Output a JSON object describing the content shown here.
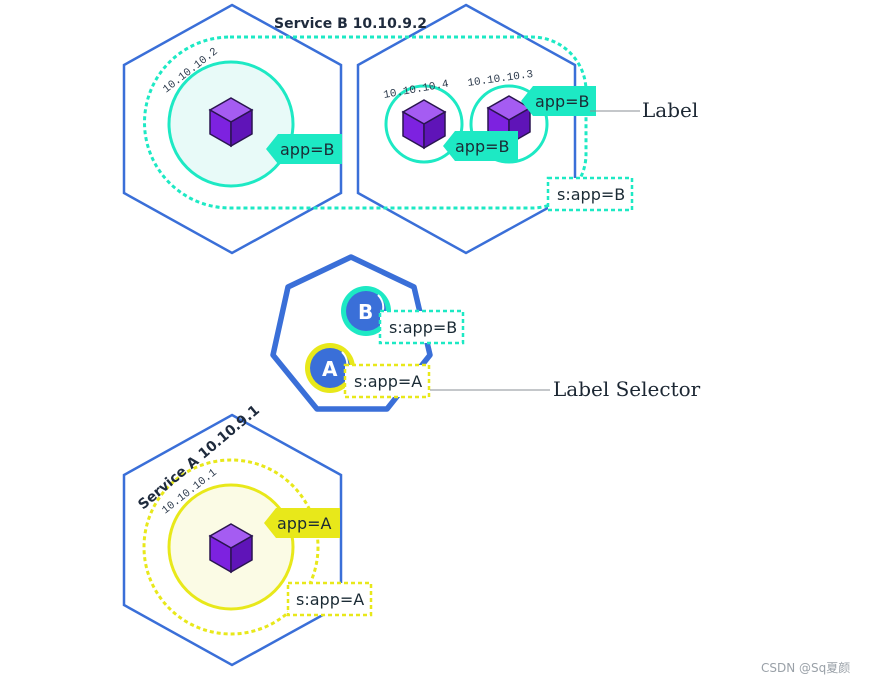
{
  "service_b": {
    "title": "Service B 10.10.9.2",
    "pod1_ip": "10.10.10.2",
    "pod2_ip": "10.10.10.4",
    "pod3_ip": "10.10.10.3",
    "label1": "app=B",
    "label2": "app=B",
    "label3": "app=B",
    "selector": "s:app=B"
  },
  "controller": {
    "b_glyph": "B",
    "a_glyph": "A",
    "selector_b": "s:app=B",
    "selector_a": "s:app=A"
  },
  "service_a": {
    "title": "Service A  10.10.9.1",
    "pod_ip": "10.10.10.1",
    "label": "app=A",
    "selector": "s:app=A"
  },
  "callouts": {
    "label": "Label",
    "label_selector": "Label Selector"
  },
  "watermark": "CSDN @Sq夏颜",
  "colors": {
    "node_border": "#3a6fd8",
    "service_b": "#1de9c4",
    "service_a": "#e8e81a",
    "pod_cube": "#7d22e0",
    "controller": "#3a6fd8"
  }
}
